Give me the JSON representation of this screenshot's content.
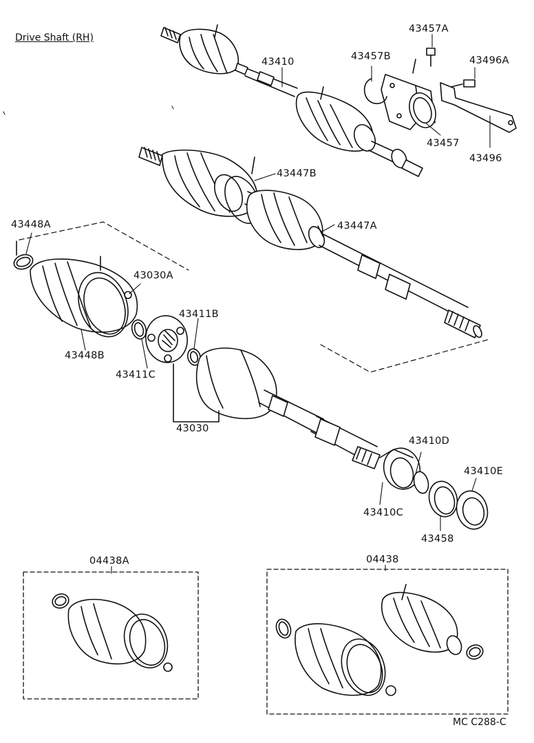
{
  "title": "Drive Shaft (RH)",
  "diagram_code": "MC C288-C",
  "parts": {
    "p43410": "43410",
    "p43457A": "43457A",
    "p43457B": "43457B",
    "p43496A": "43496A",
    "p43457": "43457",
    "p43496": "43496",
    "p43447B": "43447B",
    "p43447A": "43447A",
    "p43448A": "43448A",
    "p43030A": "43030A",
    "p43411B": "43411B",
    "p43448B": "43448B",
    "p43411C": "43411C",
    "p43030": "43030",
    "p43410D": "43410D",
    "p43410E": "43410E",
    "p43410C": "43410C",
    "p43458": "43458",
    "p04438A": "04438A",
    "p04438": "04438"
  }
}
